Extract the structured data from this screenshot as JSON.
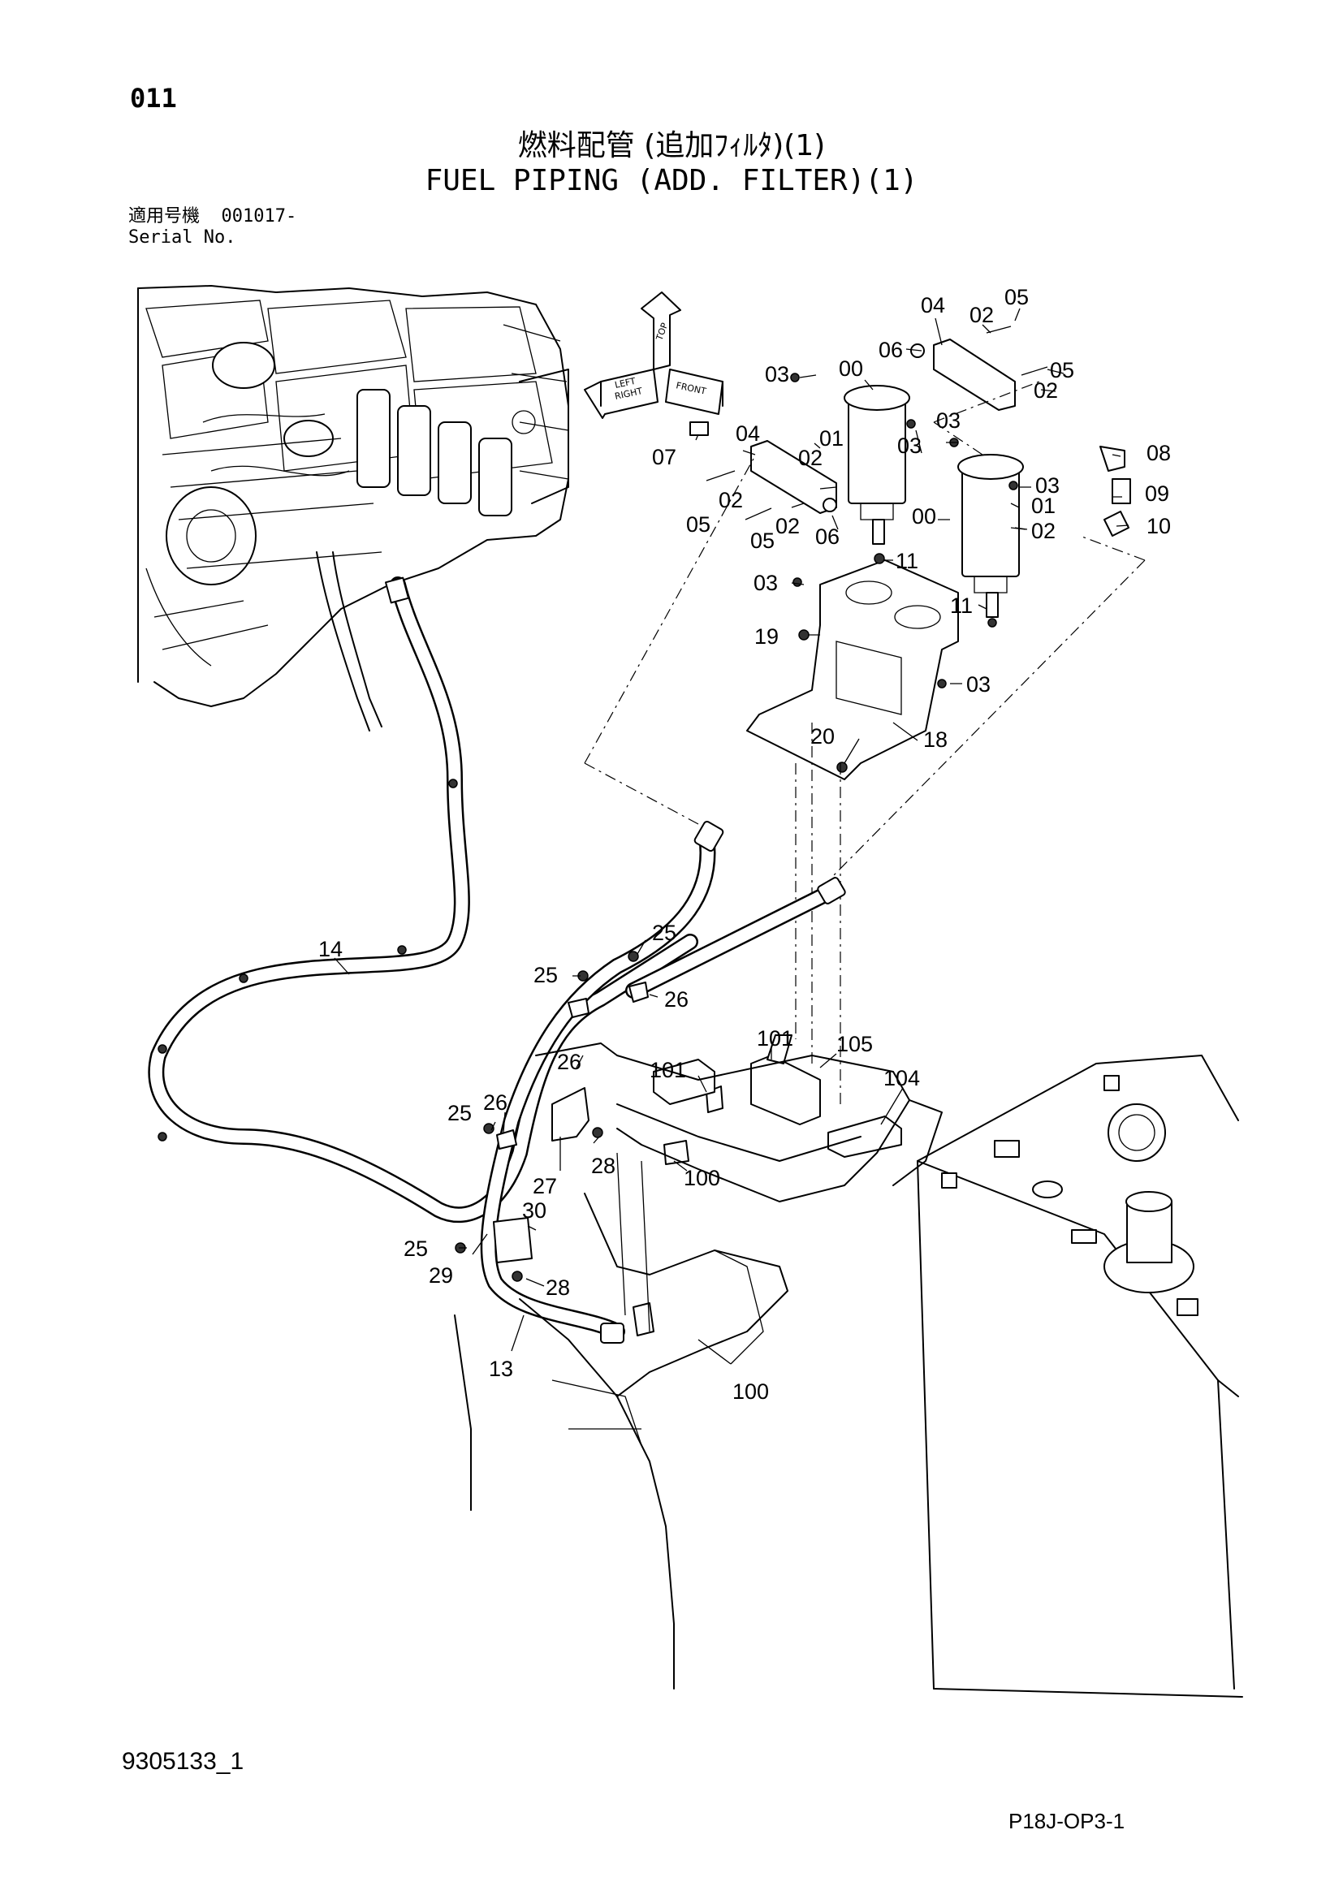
{
  "header": {
    "page_number": "011",
    "title_jp": "燃料配管 (追加ﾌｨﾙﾀ)(1)",
    "title_en": "FUEL PIPING (ADD. FILTER)(1)",
    "serial_label_jp": "適用号機",
    "serial_value": "001017-",
    "serial_label_en": "Serial No."
  },
  "orientation": {
    "top": "TOP",
    "left": "LEFT",
    "right": "RIGHT",
    "front": "FRONT"
  },
  "callouts": [
    {
      "id": "c04a",
      "text": "04"
    },
    {
      "id": "c02a",
      "text": "02"
    },
    {
      "id": "c05a",
      "text": "05"
    },
    {
      "id": "c06a",
      "text": "06"
    },
    {
      "id": "c00a",
      "text": "00"
    },
    {
      "id": "c03a",
      "text": "03"
    },
    {
      "id": "c05b",
      "text": "05"
    },
    {
      "id": "c02b",
      "text": "02"
    },
    {
      "id": "c04b",
      "text": "04"
    },
    {
      "id": "c01a",
      "text": "01"
    },
    {
      "id": "c03b",
      "text": "03"
    },
    {
      "id": "c03c",
      "text": "03"
    },
    {
      "id": "c07",
      "text": "07"
    },
    {
      "id": "c02c",
      "text": "02"
    },
    {
      "id": "c08",
      "text": "08"
    },
    {
      "id": "c03d",
      "text": "03"
    },
    {
      "id": "c09",
      "text": "09"
    },
    {
      "id": "c02d",
      "text": "02"
    },
    {
      "id": "c05c",
      "text": "05"
    },
    {
      "id": "c02e",
      "text": "02"
    },
    {
      "id": "c05d",
      "text": "05"
    },
    {
      "id": "c06b",
      "text": "06"
    },
    {
      "id": "c00b",
      "text": "00"
    },
    {
      "id": "c01b",
      "text": "01"
    },
    {
      "id": "c02f",
      "text": "02"
    },
    {
      "id": "c10",
      "text": "10"
    },
    {
      "id": "c11a",
      "text": "11"
    },
    {
      "id": "c03e",
      "text": "03"
    },
    {
      "id": "c11b",
      "text": "11"
    },
    {
      "id": "c19",
      "text": "19"
    },
    {
      "id": "c03f",
      "text": "03"
    },
    {
      "id": "c20",
      "text": "20"
    },
    {
      "id": "c18",
      "text": "18"
    },
    {
      "id": "c14",
      "text": "14"
    },
    {
      "id": "c25a",
      "text": "25"
    },
    {
      "id": "c25b",
      "text": "25"
    },
    {
      "id": "c26a",
      "text": "26"
    },
    {
      "id": "c101a",
      "text": "101"
    },
    {
      "id": "c105",
      "text": "105"
    },
    {
      "id": "c26b",
      "text": "26"
    },
    {
      "id": "c101b",
      "text": "101"
    },
    {
      "id": "c104",
      "text": "104"
    },
    {
      "id": "c25c",
      "text": "25"
    },
    {
      "id": "c26c",
      "text": "26"
    },
    {
      "id": "c28a",
      "text": "28"
    },
    {
      "id": "c100a",
      "text": "100"
    },
    {
      "id": "c27",
      "text": "27"
    },
    {
      "id": "c30",
      "text": "30"
    },
    {
      "id": "c25d",
      "text": "25"
    },
    {
      "id": "c29",
      "text": "29"
    },
    {
      "id": "c28b",
      "text": "28"
    },
    {
      "id": "c13",
      "text": "13"
    },
    {
      "id": "c100b",
      "text": "100"
    }
  ],
  "footer": {
    "document_number": "9305133_1",
    "page_ref": "P18J-OP3-1"
  }
}
